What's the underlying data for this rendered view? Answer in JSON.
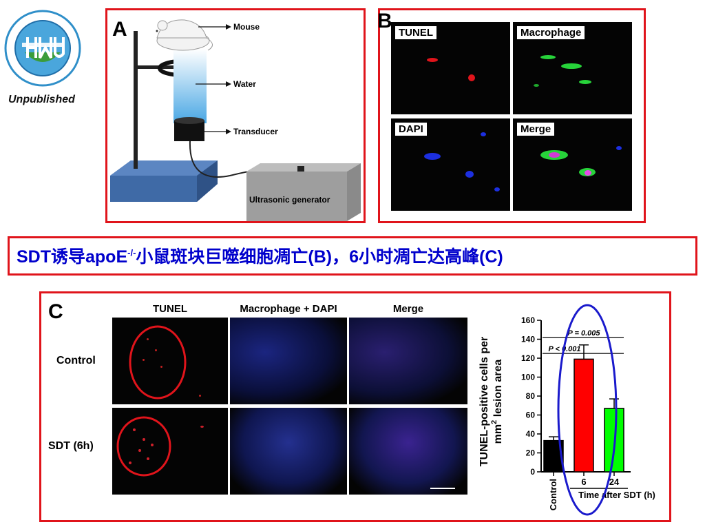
{
  "header": {
    "note": "Unpublished"
  },
  "panel_a": {
    "letter": "A",
    "labels": {
      "mouse": "Mouse",
      "water": "Water",
      "transducer": "Transducer",
      "generator": "Ultrasonic generator"
    }
  },
  "panel_b": {
    "letter": "B",
    "tiles": {
      "tunel": "TUNEL",
      "macrophage": "Macrophage",
      "dapi": "DAPI",
      "merge": "Merge"
    }
  },
  "caption": {
    "part1": "SDT诱导apoE",
    "superscript": "-/-",
    "part2": "小鼠斑块巨噬细胞凋亡(B)，6小时凋亡达高峰(C)",
    "color": "#0000cc"
  },
  "panel_c": {
    "letter": "C",
    "col_heads": [
      "TUNEL",
      "Macrophage + DAPI",
      "Merge"
    ],
    "row_labels": [
      "Control",
      "SDT (6h)"
    ]
  },
  "chart_data": {
    "type": "bar",
    "ylabel_line1": "TUNEL-positive cells per",
    "ylabel_line2": "mm",
    "ylabel_sup": "2",
    "ylabel_line2b": " lesion area",
    "xlabel": "Time after SDT (h)",
    "categories": [
      "Control",
      "6",
      "24"
    ],
    "values": [
      33,
      119,
      67
    ],
    "errors": [
      4,
      15,
      10
    ],
    "colors": [
      "#000000",
      "#ff0000",
      "#00ff00"
    ],
    "ylim": [
      0,
      160
    ],
    "yticks": [
      0,
      20,
      40,
      60,
      80,
      100,
      120,
      140,
      160
    ],
    "significance": [
      {
        "text": "P = 0.005",
        "y": 142
      },
      {
        "text": "P < 0.001",
        "y": 125
      }
    ],
    "accent_colors": {
      "highlight_ellipse": "#1a1acc",
      "circle": "#e0141b"
    }
  }
}
